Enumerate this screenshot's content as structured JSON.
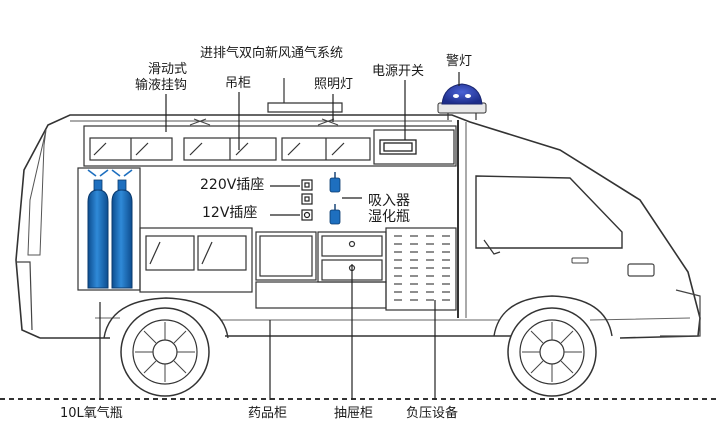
{
  "labels": {
    "hook_line1": "滑动式",
    "hook_line2": "输液挂钩",
    "ventilation": "进排气双向新风通气系统",
    "cabinet": "吊柜",
    "lighting": "照明灯",
    "power_switch": "电源开关",
    "warning_light": "警灯",
    "socket_220v": "220V插座",
    "socket_12v": "12V插座",
    "humidifier_line1": "吸入器",
    "humidifier_line2": "湿化瓶",
    "oxygen": "10L氧气瓶",
    "medicine_cabinet": "药品柜",
    "drawer_cabinet": "抽屉柜",
    "negative_pressure": "负压设备"
  },
  "colors": {
    "outline": "#333333",
    "oxygen_tank": "#1e6fbf",
    "warning_light": "#2a3fb0",
    "socket_fitting": "#1e6fbf"
  }
}
